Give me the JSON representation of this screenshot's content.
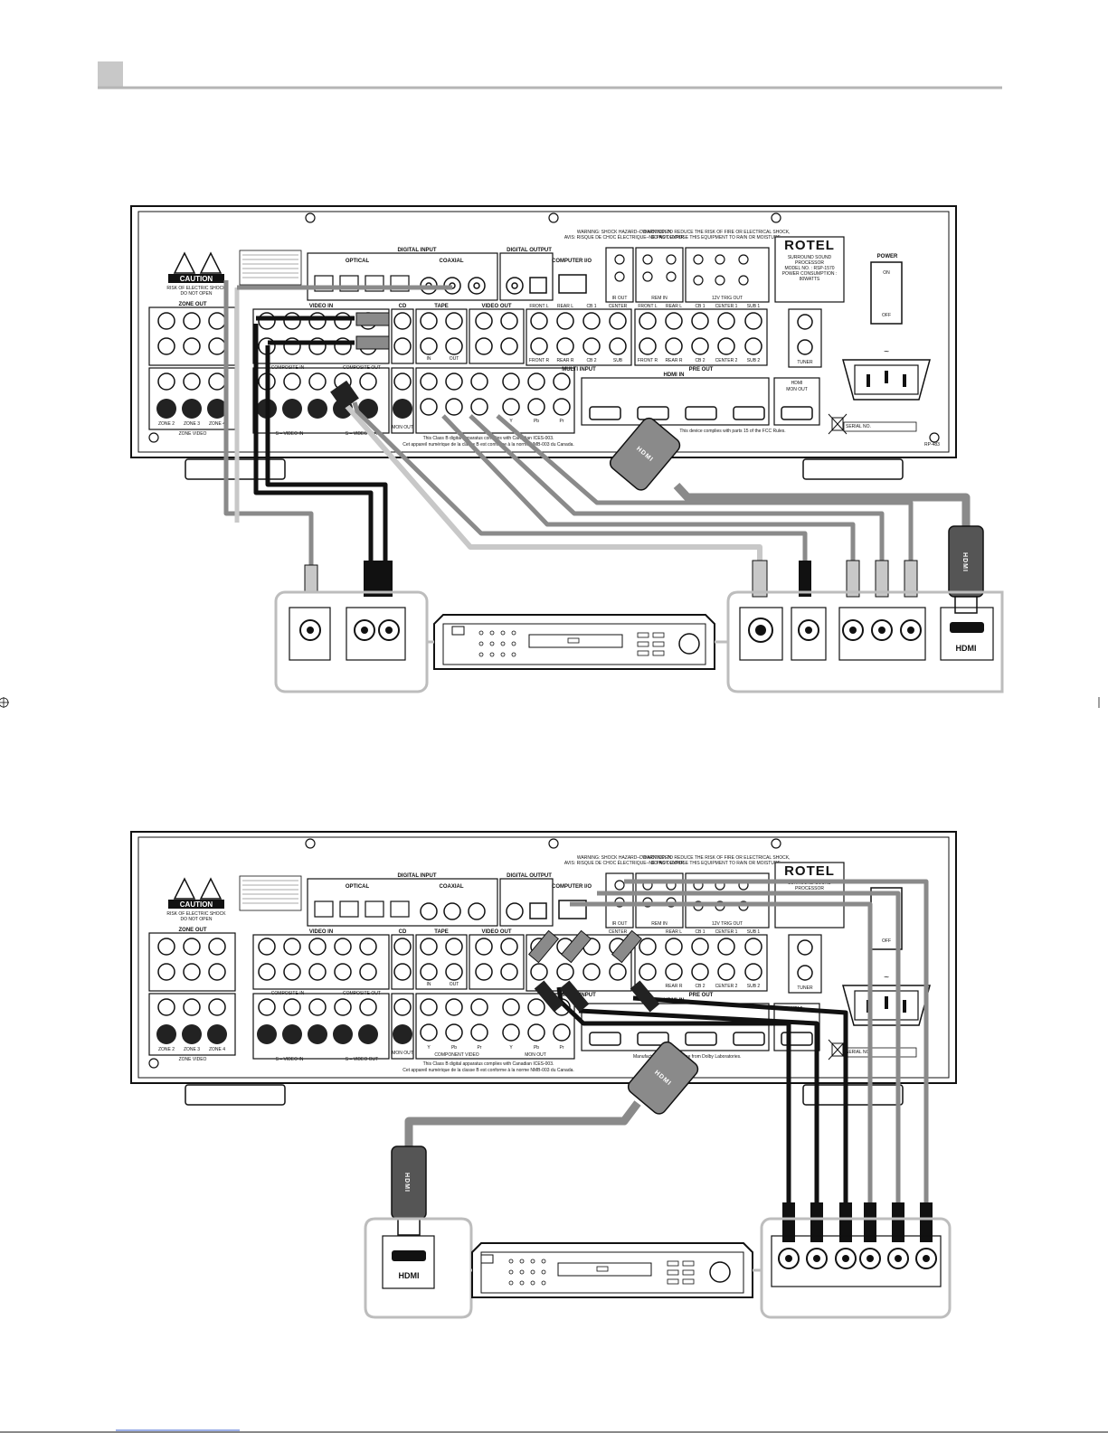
{
  "page": {
    "header_rule_color": "#b5b5b5",
    "bottom_link": ""
  },
  "palette": {
    "cable_dark": "#111111",
    "cable_mid": "#8a8a8a",
    "cable_light": "#c8c8c8",
    "panel_line": "#111111",
    "box_outline": "#bdbdbd"
  },
  "unit": {
    "brand": "ROTEL",
    "product_lines": [
      "SURROUND SOUND",
      "PROCESSOR",
      "MODEL NO. : RSP-1570",
      "POWER CONSUMPTION :",
      "80WATTS"
    ],
    "product_lines_short": [
      "SURROUND SOUND",
      "PROCESSOR",
      "MODEL NO. : RSP-1570"
    ],
    "caution": "CAUTION",
    "caution_sub": [
      "RISK OF ELECTRIC SHOCK",
      "DO NOT OPEN"
    ],
    "warning1": "WARNING: SHOCK HAZARD–DO NOT OPEN",
    "warning1b": "AVIS: RISQUE DE CHOC ÉLECTRIQUE–NE PAS OUVRIR",
    "warning2": "WARNING: TO REDUCE THE RISK OF FIRE OR ELECTRICAL SHOCK,",
    "warning2b": "DO NOT EXPOSE THIS EQUIPMENT TO RAIN OR MOISTURE.",
    "digital_input": "DIGITAL INPUT",
    "optical": "OPTICAL",
    "coaxial": "COAXIAL",
    "digital_output": "DIGITAL OUTPUT",
    "computer_io": "COMPUTER I/O",
    "ir_out": "IR OUT",
    "rem_in": "REM IN",
    "trig_out": "12V TRIG OUT",
    "power": "POWER",
    "on": "ON",
    "off": "OFF",
    "zone_out": "ZONE OUT",
    "zone_video": "ZONE VIDEO",
    "zone_labels": [
      "ZONE 2",
      "ZONE 3",
      "ZONE 4"
    ],
    "video_in": "VIDEO IN",
    "cd": "CD",
    "tape": "TAPE",
    "tape_in": "IN",
    "tape_out": "OUT",
    "video_out": "VIDEO OUT",
    "composite_in": "COMPOSITE IN",
    "composite_out": "COMPOSITE OUT",
    "s_video_in": "S – VIDEO IN",
    "s_video_out": "S – VIDEO OUT",
    "mon_out": "MON OUT",
    "component_video": "COMPONENT VIDEO",
    "multi_input": "MULTI INPUT",
    "pre_out": "PRE OUT",
    "hdmi_in": "HDMI IN",
    "hdmi_mon": "HDMI",
    "hdmi_mon_out": "MON OUT",
    "tuner": "TUNER",
    "serial": "SERIAL NO.",
    "front_l": "FRONT L",
    "rear_l": "REAR L",
    "cb1": "CB 1",
    "center": "CENTER",
    "front_r": "FRONT R",
    "rear_r": "REAR R",
    "cb2": "CB 2",
    "sub": "SUB",
    "center1": "CENTER 1",
    "sub1": "SUB 1",
    "center2": "CENTER 2",
    "sub2": "SUB 2",
    "y": "Y",
    "pb": "Pb",
    "pr": "Pr",
    "part_no": "RP-483",
    "fcc_note": "This Class B digital apparatus complies with Canadian ICES-003.",
    "fcc_note_fr": "Cet appareil numérique de la classe B est conforme à la norme NMB-003 du Canada.",
    "fcc2": "This device complies with parts 15 of the FCC Rules.",
    "dolby": "Manufactured under License from Dolby Laboratories."
  },
  "cables": {
    "hdmi_label": "HDMI",
    "hdmi_logo_text": "HDMI"
  }
}
